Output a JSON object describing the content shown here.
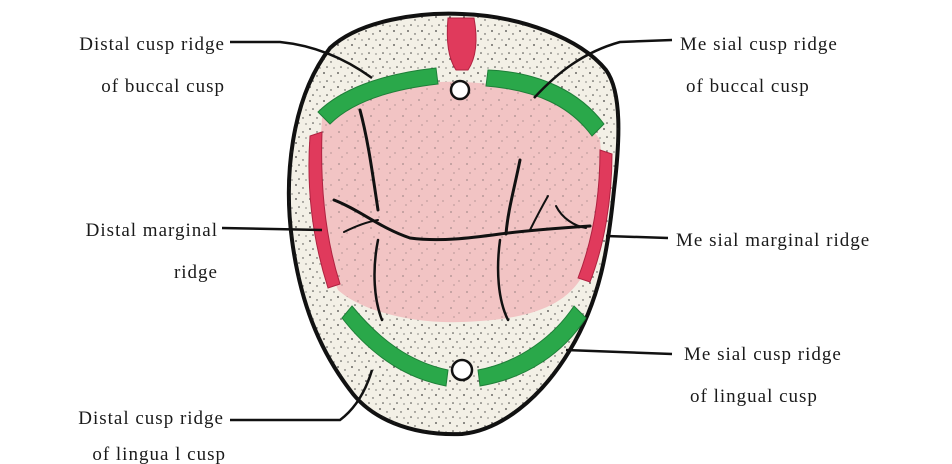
{
  "labels": {
    "distal_cusp_ridge_buccal": {
      "line1": "Distal cusp ridge",
      "line2": "of buccal cusp"
    },
    "mesial_cusp_ridge_buccal": {
      "line1": "Me sial cusp ridge",
      "line2": "of buccal cusp"
    },
    "distal_marginal_ridge": {
      "line1": "Distal marginal",
      "line2": "ridge"
    },
    "mesial_marginal_ridge": {
      "line1": "Me sial marginal ridge"
    },
    "mesial_cusp_ridge_lingual": {
      "line1": "Me sial cusp ridge",
      "line2": "of lingual cusp"
    },
    "distal_cusp_ridge_lingual": {
      "line1": "Distal cusp ridge",
      "line2": "of lingua l cusp"
    }
  },
  "colors": {
    "tooth_outline": "#111111",
    "tooth_surface": "#f3f0e6",
    "occlusal_table": "#f2c4c4",
    "cusp_ridge": "#2aa84a",
    "marginal_ridge": "#e03a5c",
    "leader_line": "#111111"
  }
}
